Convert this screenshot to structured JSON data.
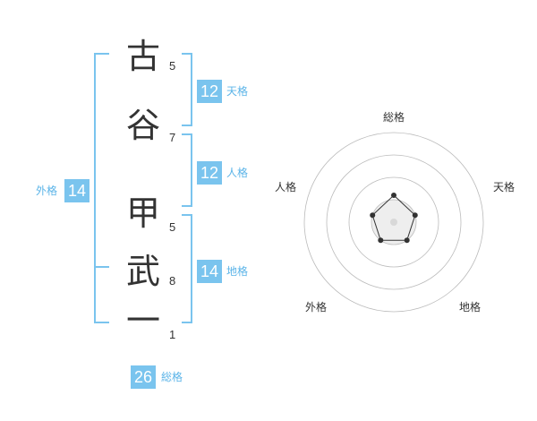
{
  "name_chars": [
    {
      "char": "古",
      "strokes": "5"
    },
    {
      "char": "谷",
      "strokes": "7"
    },
    {
      "char": "甲",
      "strokes": "5"
    },
    {
      "char": "武",
      "strokes": "8"
    },
    {
      "char": "一",
      "strokes": "1"
    }
  ],
  "scores": {
    "tenkaku": {
      "value": "12",
      "label": "天格"
    },
    "jinkaku": {
      "value": "12",
      "label": "人格"
    },
    "chikaku": {
      "value": "14",
      "label": "地格"
    },
    "gaikaku": {
      "value": "14",
      "label": "外格"
    },
    "soukaku": {
      "value": "26",
      "label": "総格"
    }
  },
  "radar": {
    "axes": [
      "総格",
      "天格",
      "地格",
      "外格",
      "人格"
    ],
    "levels": 4,
    "values": [
      1.2,
      1,
      1,
      1,
      1
    ],
    "max": 4
  },
  "colors": {
    "accent": "#7ac4ee",
    "label": "#5bb4e8",
    "ring": "#bbbbbb"
  }
}
